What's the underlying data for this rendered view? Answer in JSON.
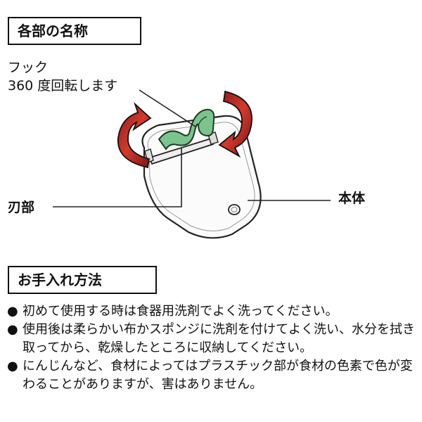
{
  "sections": {
    "parts_title": "各部の名称",
    "care_title": "お手入れ方法"
  },
  "labels": {
    "hook": "フック",
    "hook_note": "360 度回転します",
    "blade": "刃部",
    "body": "本体"
  },
  "care": {
    "bullet": "●",
    "items": [
      "初めて使用する時は食器用洗剤でよく洗ってください。",
      "使用後は柔らかい布かスポンジに洗剤を付けてよく洗い、水分を拭き取ってから、乾燥したところに収納してください。",
      "にんじんなど、食材によってはプラスチック部が食材の色素で色が変わることがありますが、害はありません。"
    ]
  },
  "colors": {
    "arrow": "#c62828",
    "hook": "#7bc48d"
  }
}
